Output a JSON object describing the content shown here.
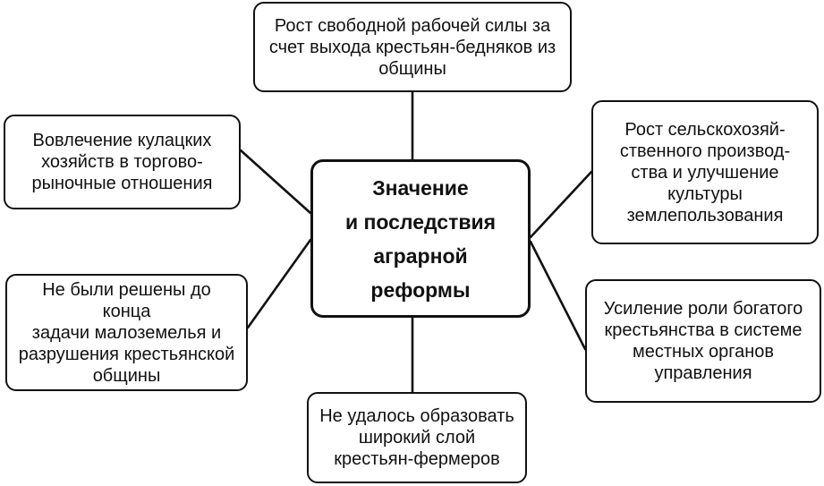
{
  "diagram": {
    "center": {
      "text": "Значение\nи последствия\nаграрной\nреформы"
    },
    "top": {
      "text": "Рост свободной рабочей силы за\nсчет выхода крестьян-бедняков из\nобщины"
    },
    "top_left": {
      "text": "Вовлечение кулацких\nхозяйств в торгово-\nрыночные отношения"
    },
    "top_right": {
      "text": "Рост сельскохозяй-\nственного производ-\nства и улучшение\nкультуры\nземлепользования"
    },
    "bottom_left": {
      "text": "Не были решены до конца\nзадачи малоземелья и\nразрушения крестьянской\nобщины"
    },
    "bottom_right": {
      "text": "Усиление роли богатого\nкрестьянства в системе\nместных органов\nуправления"
    },
    "bottom": {
      "text": "Не удалось образовать\nширокий  слой\nкрестьян-фермеров"
    }
  },
  "colors": {
    "stroke": "#111111",
    "background": "#ffffff"
  }
}
